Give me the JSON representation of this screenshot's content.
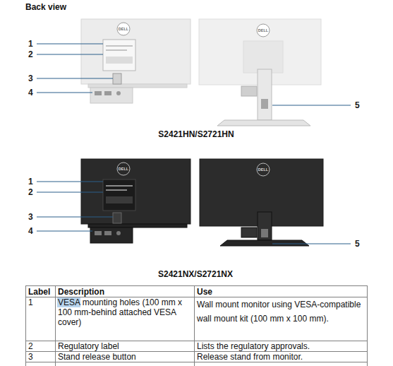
{
  "diagram": {
    "title": "Back view",
    "labels": [
      "1",
      "2",
      "3",
      "4",
      "DELL",
      "DELL",
      "5",
      "S2421HN/S2721HN",
      "1",
      "2",
      "3",
      "4",
      "DELL",
      "DELL",
      "5",
      "S2421NX/S2721NX",
      "Label",
      "Description",
      "Use",
      "1",
      "VESA mounting holes (100 mm x 100 mm-behind attached VESA cover)",
      "Wall mount monitor using VESA-compatible wall mount kit (100 mm x 100 mm).",
      "2",
      "Regulatory label",
      "Lists the regulatory approvals.",
      "3",
      "Stand release button",
      "Release stand from monitor."
    ]
  }
}
